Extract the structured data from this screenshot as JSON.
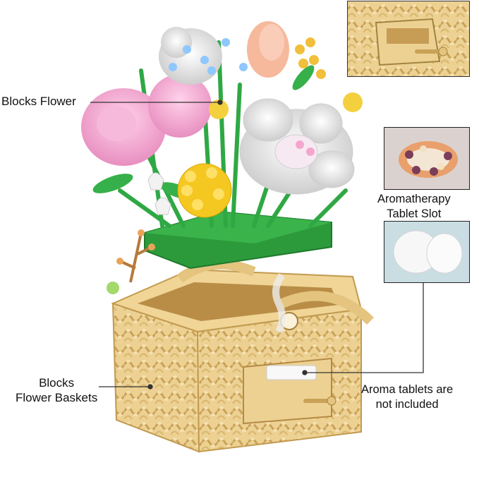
{
  "labels": {
    "blocks_flower": "Blocks Flower",
    "blocks_flower_baskets_line1": "Blocks",
    "blocks_flower_baskets_line2": "Flower Baskets",
    "aromatherapy_line1": "Aromatherapy",
    "aromatherapy_line2": "Tablet Slot",
    "aroma_tablets_line1": "Aroma tablets are",
    "aroma_tablets_line2": "not included"
  },
  "colors": {
    "basket": "#e9cc8a",
    "basket_dark": "#cfa85a",
    "leaf_green": "#2fa844",
    "base_plate": "#2c9a3a",
    "pink_rose": "#f3a7cf",
    "white_flower": "#f2f2f2",
    "yellow_flower": "#f4c821",
    "peach_tulip": "#f6b99c"
  }
}
